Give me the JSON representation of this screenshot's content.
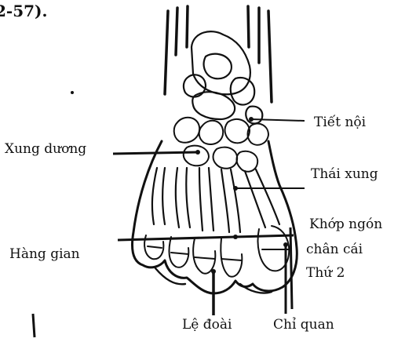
{
  "figure_ref": "2-57).",
  "labels": {
    "tiet_noi": "Tiết nội",
    "xung_duong": "Xung dương",
    "thai_xung": "Thái xung",
    "khop_ngon_line1": "Khớp ngón",
    "khop_ngon_line2": "chân cái",
    "thu_2": "Thứ 2",
    "hang_gian": "Hàng gian",
    "le_doai": "Lệ đoài",
    "chi_quan": "Chỉ quan"
  },
  "colors": {
    "ink": "#111111",
    "paper": "#ffffff"
  }
}
